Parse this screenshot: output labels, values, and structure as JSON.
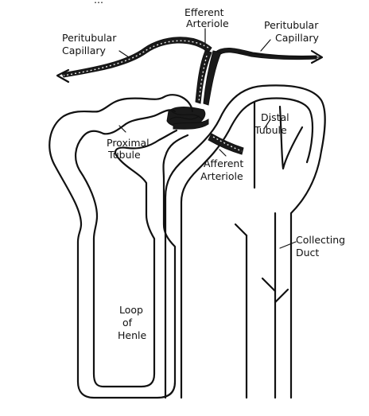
{
  "diagram": {
    "top_text_fragment": "...",
    "labels": {
      "efferent_arteriole": [
        "Efferent",
        "Arteriole"
      ],
      "peritubular_capillary_left": [
        "Peritubular",
        "Capillary"
      ],
      "peritubular_capillary_right": [
        "Peritubular",
        "Capillary"
      ],
      "proximal_tubule": [
        "Proximal",
        "Tubule"
      ],
      "distal_tubule": [
        "Distal",
        "Tubule"
      ],
      "afferent_arteriole": [
        "Afferent",
        "Arteriole"
      ],
      "collecting_duct": [
        "Collecting",
        "Duct"
      ],
      "loop_of_henle": [
        "Loop",
        "of",
        "Henle"
      ]
    }
  }
}
